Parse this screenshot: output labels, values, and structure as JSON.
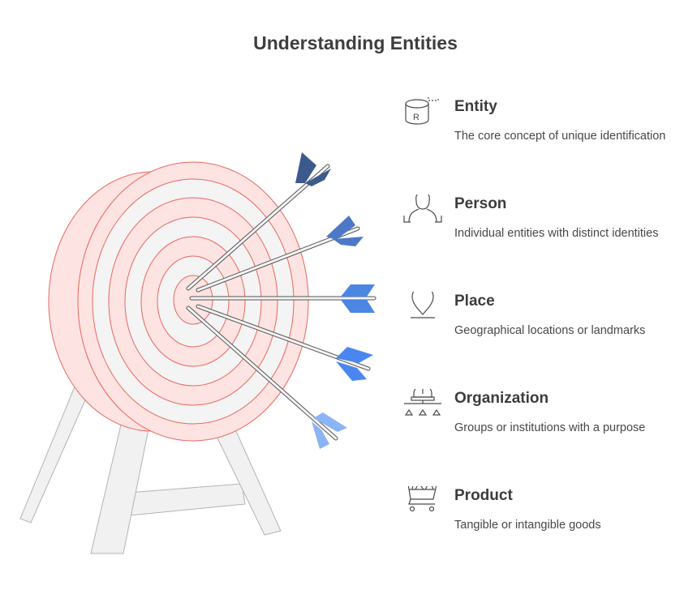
{
  "title": "Understanding Entities",
  "items": [
    {
      "label": "Entity",
      "description": "The core concept of unique identification",
      "icon": "database-icon"
    },
    {
      "label": "Person",
      "description": "Individual entities with distinct identities",
      "icon": "person-icon"
    },
    {
      "label": "Place",
      "description": "Geographical locations or landmarks",
      "icon": "location-pin-icon"
    },
    {
      "label": "Organization",
      "description": "Groups or institutions with a purpose",
      "icon": "organization-icon"
    },
    {
      "label": "Product",
      "description": "Tangible or intangible goods",
      "icon": "shopping-cart-icon"
    }
  ],
  "database_icon_letter": "R",
  "colors": {
    "target_ring_stroke": "#e8665e",
    "target_fill_pink": "#fde4e2",
    "target_fill_light": "#f4f4f4",
    "stand_fill": "#f1f1f1",
    "stand_stroke": "#b3b3b3",
    "arrow_colors": [
      "#3d5a8c",
      "#4d78c7",
      "#4b86e3",
      "#4b86f0",
      "#8bb4f6"
    ]
  }
}
